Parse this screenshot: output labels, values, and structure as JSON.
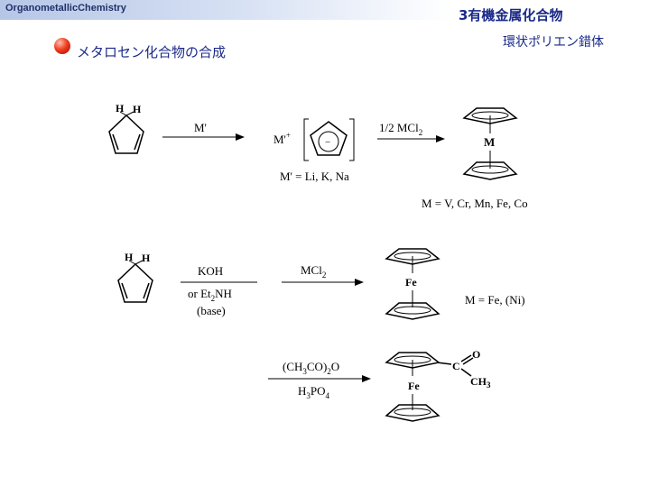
{
  "header": {
    "course_title_prefix": "Organometallic",
    "course_title_suffix": "Chemistry",
    "chapter_title": "3有機金属化合物",
    "subtitle": "環状ポリエン錯体"
  },
  "section": {
    "title": "メタロセン化合物の合成"
  },
  "scheme1": {
    "h_left": "H",
    "h_right": "H",
    "reagent_arrow1": "M'",
    "salt_cation": "M'",
    "salt_cation_charge": "+",
    "anion_charge": "−",
    "reagent_arrow2_prefix": "1/2 MCl",
    "reagent_arrow2_sub": "2",
    "product_metal": "M",
    "salt_note": "M' = Li, K, Na",
    "metal_note": "M = V, Cr, Mn, Fe, Co"
  },
  "scheme2": {
    "h_left": "H",
    "h_right": "H",
    "base_line1": "KOH",
    "base_line2_prefix": "or Et",
    "base_line2_sub": "2",
    "base_line2_suffix": "NH",
    "base_line3": "(base)",
    "reagent_prefix": "MCl",
    "reagent_sub": "2",
    "product_metal": "Fe",
    "metal_note": "M = Fe, (Ni)"
  },
  "scheme3": {
    "reagent_top_a": "(CH",
    "reagent_top_sub1": "3",
    "reagent_top_b": "CO)",
    "reagent_top_sub2": "2",
    "reagent_top_c": "O",
    "reagent_bottom_a": "H",
    "reagent_bottom_sub1": "3",
    "reagent_bottom_b": "PO",
    "reagent_bottom_sub2": "4",
    "product_metal": "Fe",
    "acyl_carbon": "C",
    "acyl_oxygen": "O",
    "methyl_prefix": "CH",
    "methyl_sub": "3"
  }
}
